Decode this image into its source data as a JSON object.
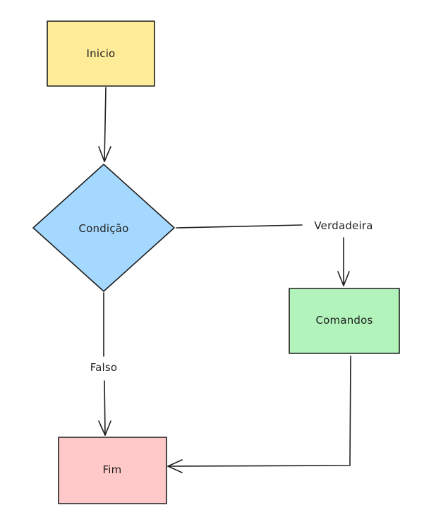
{
  "diagram": {
    "nodes": {
      "start": {
        "label": "Inicio",
        "color": "#ffec99"
      },
      "condition": {
        "label": "Condição",
        "color": "#a5d8ff"
      },
      "commands": {
        "label": "Comandos",
        "color": "#b2f2bb"
      },
      "end": {
        "label": "Fim",
        "color": "#ffc9c9"
      }
    },
    "edges": {
      "true_label": "Verdadeira",
      "false_label": "Falso"
    },
    "stroke_color": "#1e1e1e"
  }
}
